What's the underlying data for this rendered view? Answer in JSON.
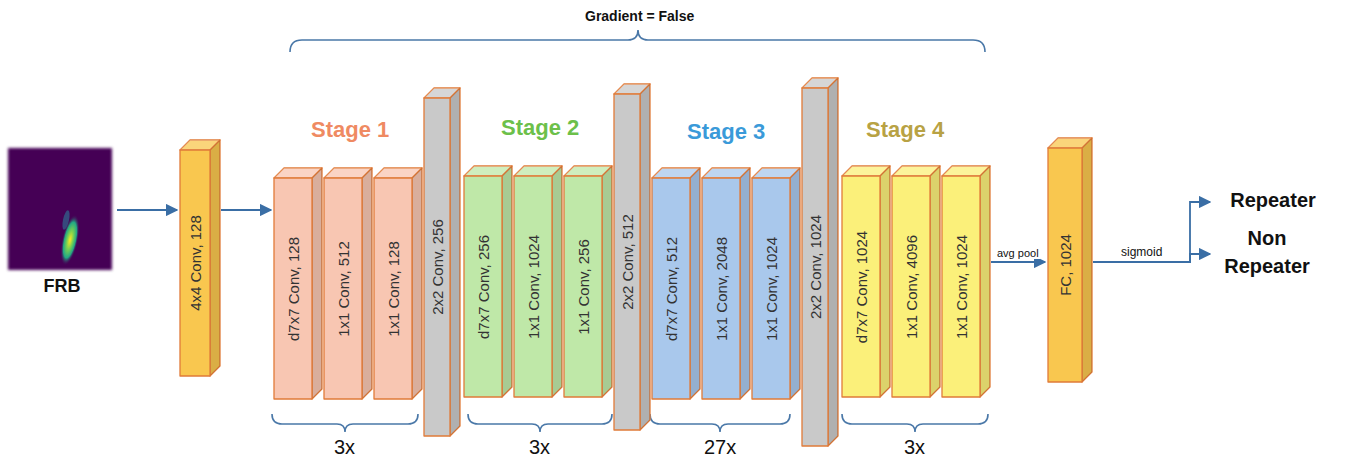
{
  "diagram": {
    "nodes": [
      {
        "text": [
          "FRB"
        ]
      },
      {
        "text": [
          "4x4 Conv, 128"
        ]
      },
      {
        "text": [
          "d7x7 Conv, 128"
        ]
      },
      {
        "text": [
          "1x1 Conv, 512"
        ]
      },
      {
        "text": [
          "1x1 Conv, 128"
        ]
      },
      {
        "text": [
          "2x2 Conv, 256"
        ]
      },
      {
        "text": [
          "d7x7 Conv, 256"
        ]
      },
      {
        "text": [
          "1x1 Conv, 1024"
        ]
      },
      {
        "text": [
          "1x1 Conv, 256"
        ]
      },
      {
        "text": [
          "2x2 Conv, 512"
        ]
      },
      {
        "text": [
          "d7x7 Conv, 512"
        ]
      },
      {
        "text": [
          "1x1 Conv, 2048"
        ]
      },
      {
        "text": [
          "1x1 Conv, 1024"
        ]
      },
      {
        "text": [
          "2x2 Conv, 1024"
        ]
      },
      {
        "text": [
          "d7x7 Conv, 1024"
        ]
      },
      {
        "text": [
          "1x1 Conv, 4096"
        ]
      },
      {
        "text": [
          "1x1 Conv, 1024"
        ]
      },
      {
        "text": [
          "FC, 1024"
        ]
      },
      {
        "text": [
          "Repeater"
        ]
      },
      {
        "text": [
          "Non Repeater"
        ]
      }
    ],
    "edges": [
      {
        "from": 0,
        "to": 1,
        "arrow": "to"
      },
      {
        "from": 1,
        "to": 2,
        "arrow": "to"
      },
      {
        "from": 16,
        "to": 17,
        "label": "avg pool",
        "arrow": "to"
      },
      {
        "from": 17,
        "to": 18,
        "label": "sigmoid",
        "arrow": "to"
      },
      {
        "from": 17,
        "to": 19,
        "arrow": "to"
      }
    ],
    "labels": [
      "Gradient = False",
      "Stage 1",
      "Stage 2",
      "Stage 3",
      "Stage 4",
      "3x",
      "3x",
      "27x",
      "3x"
    ]
  }
}
